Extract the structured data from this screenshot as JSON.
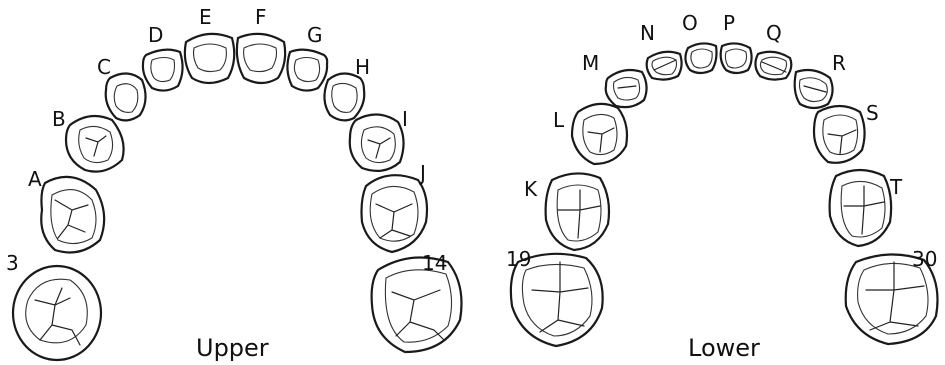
{
  "upper": {
    "caption": "Upper",
    "teeth": [
      {
        "label": "3"
      },
      {
        "label": "A"
      },
      {
        "label": "B"
      },
      {
        "label": "C"
      },
      {
        "label": "D"
      },
      {
        "label": "E"
      },
      {
        "label": "F"
      },
      {
        "label": "G"
      },
      {
        "label": "H"
      },
      {
        "label": "I"
      },
      {
        "label": "J"
      },
      {
        "label": "14"
      }
    ]
  },
  "lower": {
    "caption": "Lower",
    "teeth": [
      {
        "label": "19"
      },
      {
        "label": "K"
      },
      {
        "label": "L"
      },
      {
        "label": "M"
      },
      {
        "label": "N"
      },
      {
        "label": "O"
      },
      {
        "label": "P"
      },
      {
        "label": "Q"
      },
      {
        "label": "R"
      },
      {
        "label": "S"
      },
      {
        "label": "T"
      },
      {
        "label": "30"
      }
    ]
  }
}
